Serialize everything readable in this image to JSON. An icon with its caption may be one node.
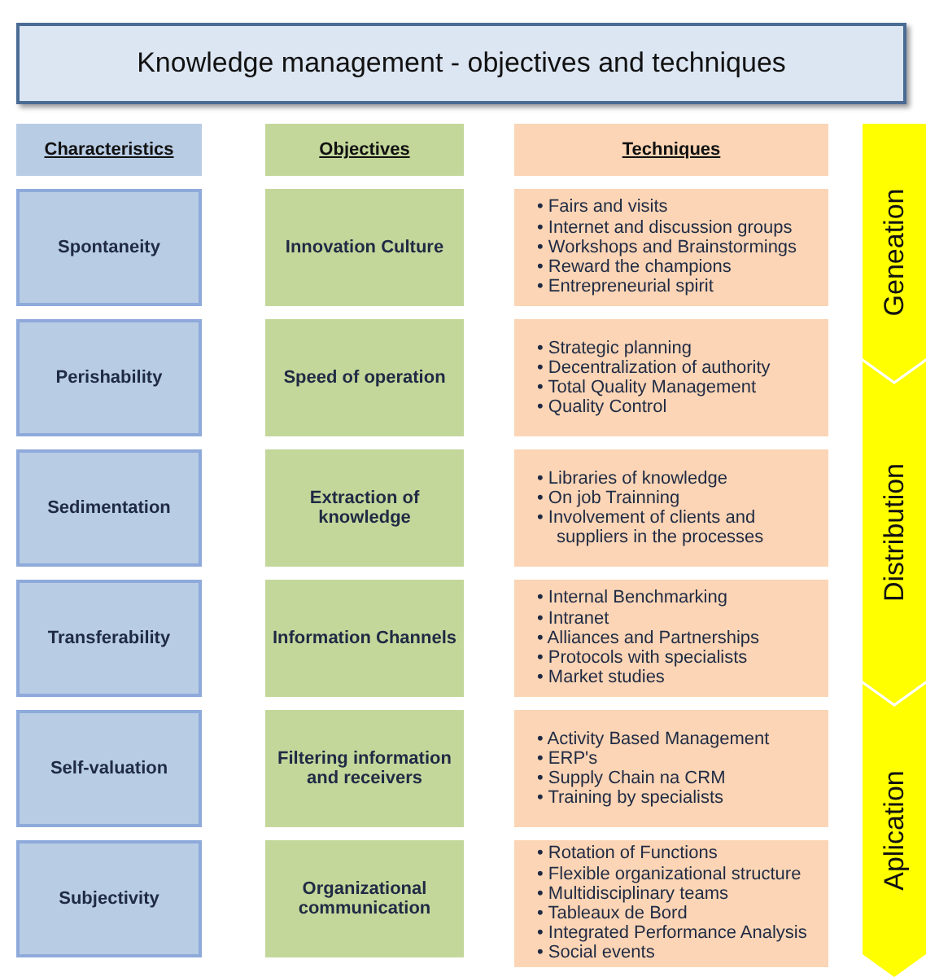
{
  "diagram": {
    "title": "Knowledge management - objectives and techniques",
    "nodes": [
      {
        "text": [
          "Characteristics"
        ]
      },
      {
        "text": [
          "Objectives"
        ]
      },
      {
        "text": [
          "Techniques"
        ]
      },
      {
        "text": [
          "Spontaneity"
        ]
      },
      {
        "text": [
          "Innovation Culture"
        ]
      },
      {
        "text": [
          "• Fairs and visits",
          "• Internet and discussion groups",
          "• Workshops and Brainstormings",
          "• Reward the champions",
          "• Entrepreneurial spirit"
        ]
      },
      {
        "text": [
          "Perishability"
        ]
      },
      {
        "text": [
          "Speed of operation"
        ]
      },
      {
        "text": [
          "• Strategic planning",
          "• Decentralization of authority",
          "• Total Quality Management",
          "• Quality Control"
        ]
      },
      {
        "text": [
          "Sedimentation"
        ]
      },
      {
        "text": [
          "Extraction of knowledge"
        ]
      },
      {
        "text": [
          "• Libraries of knowledge",
          "• On job Trainning",
          "• Involvement of clients and suppliers in the processes"
        ]
      },
      {
        "text": [
          "Transferability"
        ]
      },
      {
        "text": [
          "Information Channels"
        ]
      },
      {
        "text": [
          "• Internal Benchmarking",
          "• Intranet",
          "• Alliances and Partnerships",
          "• Protocols with specialists",
          "• Market studies"
        ]
      },
      {
        "text": [
          "Self-valuation"
        ]
      },
      {
        "text": [
          "Filtering information and receivers"
        ]
      },
      {
        "text": [
          "• Activity Based Management",
          "• ERP's",
          "• Supply Chain na CRM",
          "• Training by specialists"
        ]
      },
      {
        "text": [
          "Subjectivity"
        ]
      },
      {
        "text": [
          "Organizational communication"
        ]
      },
      {
        "text": [
          "• Rotation of Functions",
          "• Flexible organizational structure",
          "• Multidisciplinary teams",
          "• Tableaux de Bord",
          "• Integrated Performance Analysis",
          "• Social events"
        ]
      },
      {
        "text": [
          "Geneation"
        ]
      },
      {
        "text": [
          "Distribution"
        ]
      },
      {
        "text": [
          "Aplication"
        ]
      }
    ]
  }
}
